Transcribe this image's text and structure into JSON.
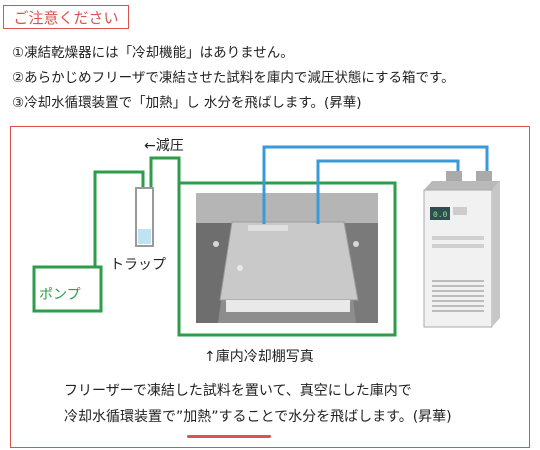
{
  "title": "ご注意ください",
  "notes": [
    "①凍結乾燥器には「冷却機能」はありません。",
    "②あらかじめフリーザで凍結させた試料を庫内で減圧状態にする箱です。",
    "③冷却水循環装置で「加熱」し 水分を飛ばします。(昇華)"
  ],
  "diagram": {
    "pump_label": "ポンプ",
    "trap_label": "トラップ",
    "pressure_label": "←減圧",
    "shelf_label": "↑庫内冷却棚写真",
    "chiller_display": "0.0"
  },
  "caption": {
    "line1": "フリーザーで凍結した試料を置いて、真空にした庫内で",
    "line2_pre": "冷却水循環装置で",
    "line2_emph": "”加熱”する",
    "line2_post": "ことで水分を飛ばします。(昇華)"
  },
  "colors": {
    "accent": "#d9534f",
    "vacuum_line": "#2e9c4a",
    "water_line": "#3a9ad9"
  }
}
